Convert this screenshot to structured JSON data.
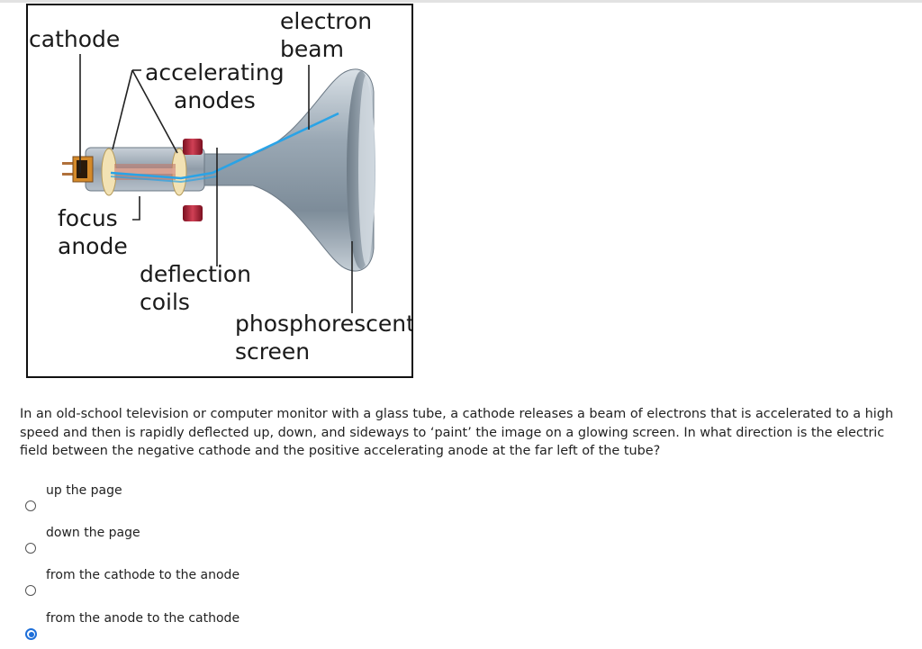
{
  "diagram": {
    "labels": {
      "cathode": "cathode",
      "electron_beam_1": "electron",
      "electron_beam_2": "beam",
      "accelerating_1": "accelerating",
      "accelerating_2": "anodes",
      "focus_1": "focus",
      "focus_2": "anode",
      "deflection_1": "deflection",
      "deflection_2": "coils",
      "phosphor_1": "phosphorescent",
      "phosphor_2": "screen"
    },
    "colors": {
      "tube_glass": "#9aa8b4",
      "beam": "#2aa3e6",
      "coil": "#b3243a",
      "border": "#111111"
    }
  },
  "question": {
    "text": "In an old-school television or computer monitor with a glass tube, a cathode releases a beam of electrons that is accelerated to a high speed and then is rapidly deflected up, down, and sideways to ‘paint’ the image on a glowing screen.  In what direction is the electric field between the negative cathode and the positive accelerating anode at the far left of the tube?"
  },
  "options": [
    {
      "label": "up the page",
      "selected": false
    },
    {
      "label": "down the page",
      "selected": false
    },
    {
      "label": "from the cathode to the anode",
      "selected": false
    },
    {
      "label": "from the anode to the cathode",
      "selected": true
    }
  ],
  "accent_color": "#1e6fd9"
}
